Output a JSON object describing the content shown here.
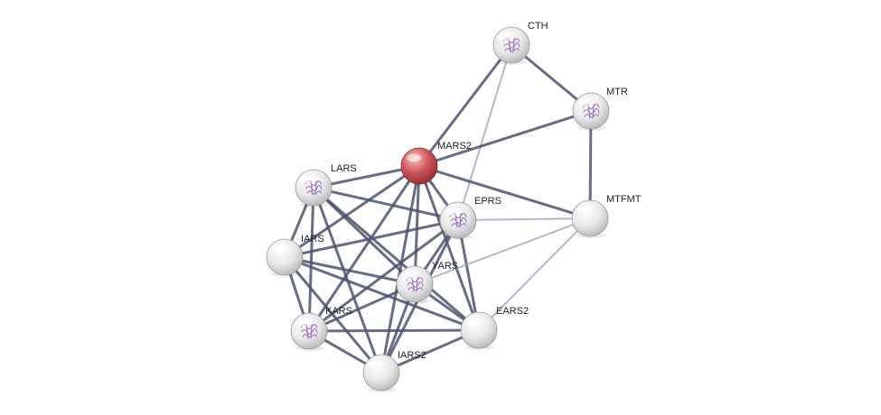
{
  "colors": {
    "background": "#ffffff",
    "query_node": "#c94a50",
    "neighbor_node": "#e6e6e6",
    "edge_strong": "#4c5370",
    "edge_weak": "#9aa0b8",
    "structure_icon": "#9b6fc4"
  },
  "nodes": [
    {
      "id": "CTH",
      "label": "CTH",
      "query": false,
      "structure": true
    },
    {
      "id": "MTR",
      "label": "MTR",
      "query": false,
      "structure": true
    },
    {
      "id": "MARS2",
      "label": "MARS2",
      "query": true,
      "structure": false
    },
    {
      "id": "LARS",
      "label": "LARS",
      "query": false,
      "structure": true
    },
    {
      "id": "EPRS",
      "label": "EPRS",
      "query": false,
      "structure": true
    },
    {
      "id": "MTFMT",
      "label": "MTFMT",
      "query": false,
      "structure": false
    },
    {
      "id": "IARS",
      "label": "IARS",
      "query": false,
      "structure": false
    },
    {
      "id": "YARS",
      "label": "YARS",
      "query": false,
      "structure": true
    },
    {
      "id": "EARS2",
      "label": "EARS2",
      "query": false,
      "structure": false
    },
    {
      "id": "KARS",
      "label": "KARS",
      "query": false,
      "structure": true
    },
    {
      "id": "IARS2",
      "label": "IARS2",
      "query": false,
      "structure": false
    }
  ],
  "edges": [
    {
      "source": "CTH",
      "target": "MTR",
      "strength": "strong"
    },
    {
      "source": "CTH",
      "target": "MARS2",
      "strength": "strong"
    },
    {
      "source": "CTH",
      "target": "EPRS",
      "strength": "weak"
    },
    {
      "source": "MTR",
      "target": "MARS2",
      "strength": "strong"
    },
    {
      "source": "MTR",
      "target": "MTFMT",
      "strength": "strong"
    },
    {
      "source": "MARS2",
      "target": "MTFMT",
      "strength": "strong"
    },
    {
      "source": "MARS2",
      "target": "LARS",
      "strength": "strong"
    },
    {
      "source": "MARS2",
      "target": "EPRS",
      "strength": "strong"
    },
    {
      "source": "MARS2",
      "target": "IARS",
      "strength": "strong"
    },
    {
      "source": "MARS2",
      "target": "YARS",
      "strength": "strong"
    },
    {
      "source": "MARS2",
      "target": "KARS",
      "strength": "strong"
    },
    {
      "source": "MARS2",
      "target": "IARS2",
      "strength": "strong"
    },
    {
      "source": "MARS2",
      "target": "EARS2",
      "strength": "strong"
    },
    {
      "source": "LARS",
      "target": "EPRS",
      "strength": "strong"
    },
    {
      "source": "LARS",
      "target": "IARS",
      "strength": "strong"
    },
    {
      "source": "LARS",
      "target": "YARS",
      "strength": "strong"
    },
    {
      "source": "LARS",
      "target": "KARS",
      "strength": "strong"
    },
    {
      "source": "LARS",
      "target": "IARS2",
      "strength": "strong"
    },
    {
      "source": "LARS",
      "target": "EARS2",
      "strength": "strong"
    },
    {
      "source": "EPRS",
      "target": "IARS",
      "strength": "strong"
    },
    {
      "source": "EPRS",
      "target": "YARS",
      "strength": "strong"
    },
    {
      "source": "EPRS",
      "target": "KARS",
      "strength": "strong"
    },
    {
      "source": "EPRS",
      "target": "IARS2",
      "strength": "strong"
    },
    {
      "source": "EPRS",
      "target": "EARS2",
      "strength": "strong"
    },
    {
      "source": "EPRS",
      "target": "MTFMT",
      "strength": "weak"
    },
    {
      "source": "IARS",
      "target": "YARS",
      "strength": "strong"
    },
    {
      "source": "IARS",
      "target": "KARS",
      "strength": "strong"
    },
    {
      "source": "IARS",
      "target": "IARS2",
      "strength": "strong"
    },
    {
      "source": "IARS",
      "target": "EARS2",
      "strength": "strong"
    },
    {
      "source": "YARS",
      "target": "KARS",
      "strength": "strong"
    },
    {
      "source": "YARS",
      "target": "IARS2",
      "strength": "strong"
    },
    {
      "source": "YARS",
      "target": "EARS2",
      "strength": "strong"
    },
    {
      "source": "YARS",
      "target": "MTFMT",
      "strength": "weak"
    },
    {
      "source": "KARS",
      "target": "IARS2",
      "strength": "strong"
    },
    {
      "source": "KARS",
      "target": "EARS2",
      "strength": "strong"
    },
    {
      "source": "IARS2",
      "target": "EARS2",
      "strength": "strong"
    },
    {
      "source": "EARS2",
      "target": "MTFMT",
      "strength": "weak"
    }
  ]
}
